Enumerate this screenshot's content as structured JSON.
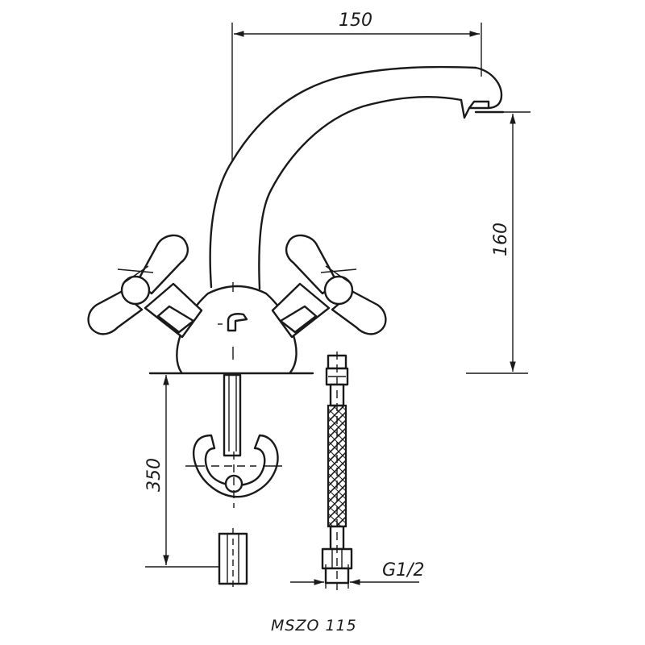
{
  "dimensions": {
    "width_top": "150",
    "height_spout": "160",
    "hose_length": "350",
    "thread": "G1/2"
  },
  "model": "MSZO 115",
  "colors": {
    "ink": "#1a1a1a",
    "background": "#ffffff"
  }
}
